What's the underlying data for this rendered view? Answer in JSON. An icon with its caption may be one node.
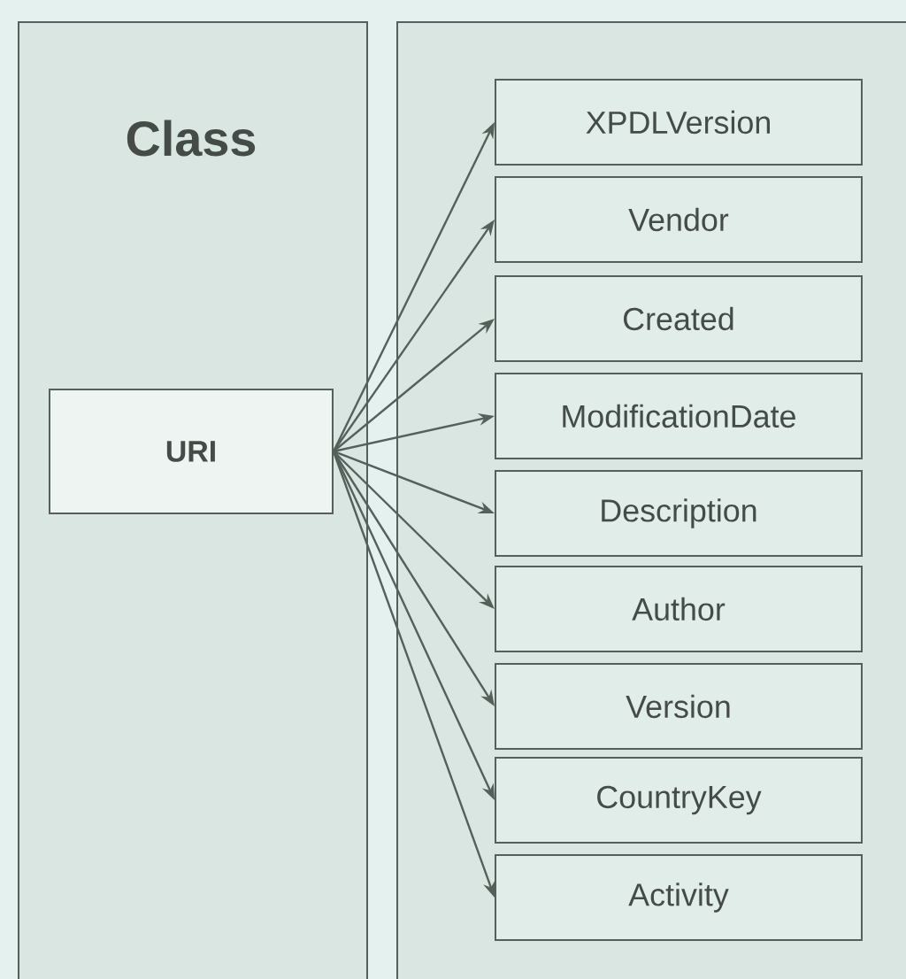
{
  "diagram": {
    "nodes": [
      {
        "text": [
          "Class"
        ]
      },
      {
        "text": [
          "URI"
        ],
        "in": 0
      },
      {
        "text": [],
        "shape": "box"
      },
      {
        "text": [
          "XPDLVersion"
        ],
        "in": 2
      },
      {
        "text": [
          "Vendor"
        ],
        "in": 2
      },
      {
        "text": [
          "Created"
        ],
        "in": 2
      },
      {
        "text": [
          "ModificationDate"
        ],
        "in": 2
      },
      {
        "text": [
          "Description"
        ],
        "in": 2
      },
      {
        "text": [
          "Author"
        ],
        "in": 2
      },
      {
        "text": [
          "Version"
        ],
        "in": 2
      },
      {
        "text": [
          "CountryKey"
        ],
        "in": 2
      },
      {
        "text": [
          "Activity"
        ],
        "in": 2
      }
    ],
    "edges": [
      {
        "from": 1,
        "to": 3,
        "arrow": "to"
      },
      {
        "from": 1,
        "to": 4,
        "arrow": "to"
      },
      {
        "from": 1,
        "to": 5,
        "arrow": "to"
      },
      {
        "from": 1,
        "to": 6,
        "arrow": "to"
      },
      {
        "from": 1,
        "to": 7,
        "arrow": "to"
      },
      {
        "from": 1,
        "to": 8,
        "arrow": "to"
      },
      {
        "from": 1,
        "to": 9,
        "arrow": "to"
      },
      {
        "from": 1,
        "to": 10,
        "arrow": "to"
      },
      {
        "from": 1,
        "to": 11,
        "arrow": "to"
      }
    ]
  }
}
